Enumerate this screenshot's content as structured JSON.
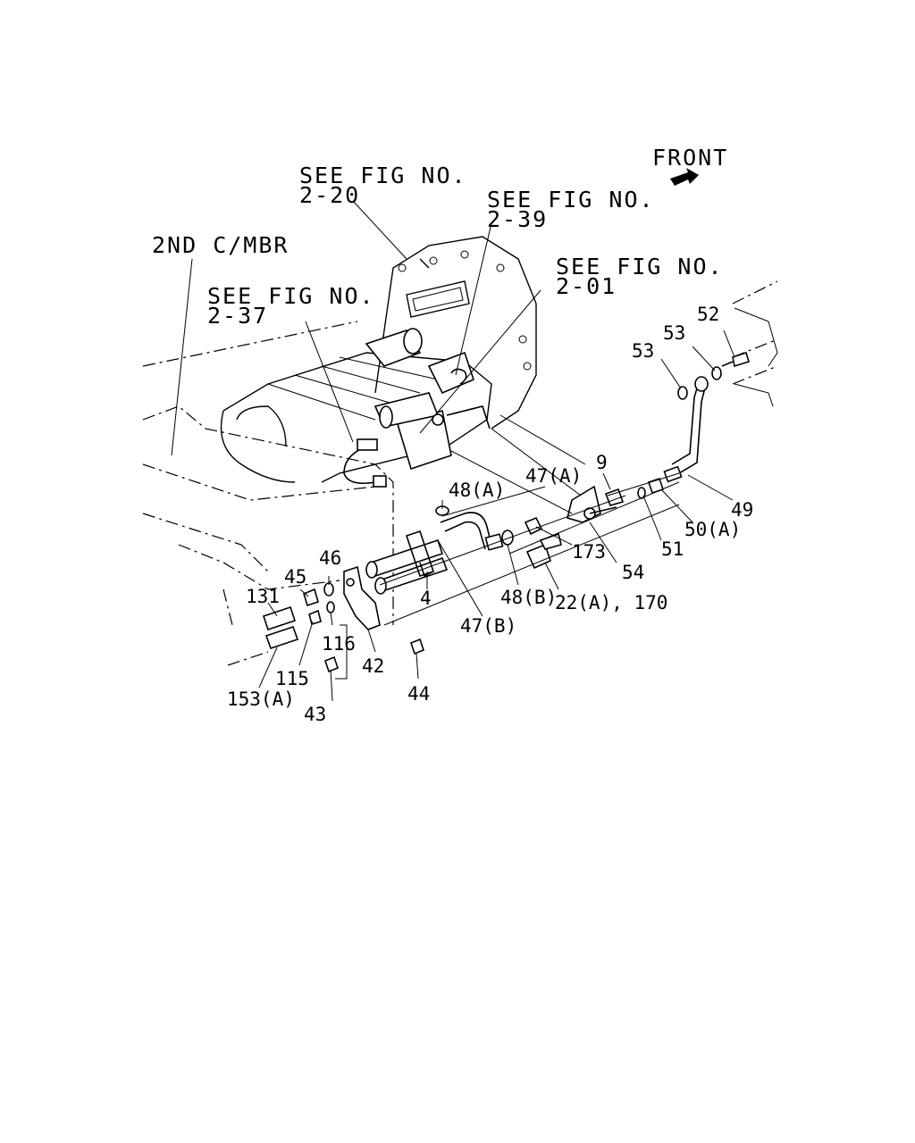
{
  "diagram": {
    "references": {
      "front": "FRONT",
      "crossmember": "2ND C/MBR",
      "fig_2_20_line1": "SEE FIG NO.",
      "fig_2_20_line2": "2-20",
      "fig_2_39_line1": "SEE FIG NO.",
      "fig_2_39_line2": "2-39",
      "fig_2_01_line1": "SEE FIG NO.",
      "fig_2_01_line2": "2-01",
      "fig_2_37_line1": "SEE FIG NO.",
      "fig_2_37_line2": "2-37"
    },
    "callouts": {
      "c52": "52",
      "c53a": "53",
      "c53b": "53",
      "c49": "49",
      "c50a": "50(A)",
      "c51": "51",
      "c9": "9",
      "c47a": "47(A)",
      "c48a": "48(A)",
      "c173": "173",
      "c54": "54",
      "c48b": "48(B)",
      "c22a": "22(A), 170",
      "c47b": "47(B)",
      "c4": "4",
      "c46": "46",
      "c45": "45",
      "c131": "131",
      "c116": "116",
      "c115": "115",
      "c42": "42",
      "c153a": "153(A)",
      "c43": "43",
      "c44": "44"
    }
  }
}
